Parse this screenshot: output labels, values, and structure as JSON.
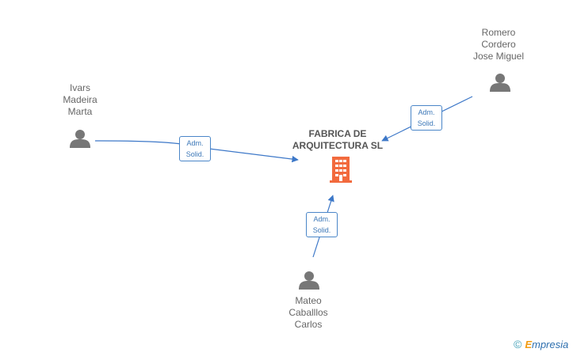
{
  "company": {
    "name_lines": [
      "FABRICA DE",
      "ARQUITECTURA SL"
    ],
    "icon": "building-icon",
    "icon_color": "#f26a3d"
  },
  "persons": [
    {
      "id": "ivars",
      "name_lines": [
        "Ivars",
        "Madeira",
        "Marta"
      ],
      "icon": "person-icon"
    },
    {
      "id": "romero",
      "name_lines": [
        "Romero",
        "Cordero",
        "Jose Miguel"
      ],
      "icon": "person-icon"
    },
    {
      "id": "mateo",
      "name_lines": [
        "Mateo",
        "Caballlos",
        "Carlos"
      ],
      "icon": "person-icon"
    }
  ],
  "relations": [
    {
      "from": "ivars",
      "label_lines": [
        "Adm.",
        "Solid."
      ]
    },
    {
      "from": "romero",
      "label_lines": [
        "Adm.",
        "Solid."
      ]
    },
    {
      "from": "mateo",
      "label_lines": [
        "Adm.",
        "Solid."
      ]
    }
  ],
  "colors": {
    "edge": "#3d78c8",
    "person_icon": "#777777",
    "label_text": "#666666"
  },
  "footer": {
    "copyright_symbol": "©",
    "brand_e": "E",
    "brand_rest": "mpresia"
  }
}
